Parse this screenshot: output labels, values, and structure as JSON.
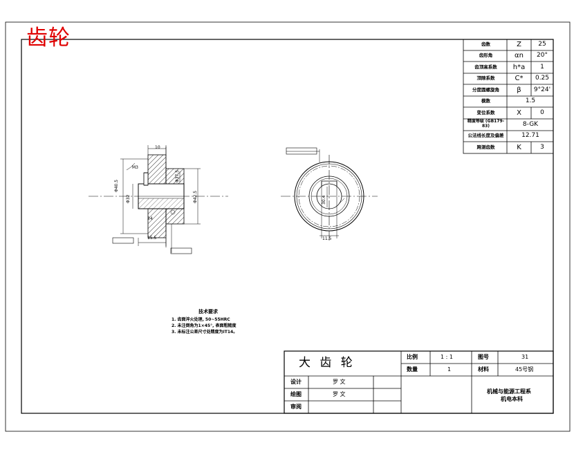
{
  "corner_title": "齿轮",
  "params": [
    {
      "name": "齿数",
      "sym": "Z",
      "val": "25"
    },
    {
      "name": "齿形角",
      "sym": "αn",
      "val": "20°"
    },
    {
      "name": "齿顶高系数",
      "sym": "h*a",
      "val": "1"
    },
    {
      "name": "顶隙系数",
      "sym": "C*",
      "val": "0.25"
    },
    {
      "name": "分度圆螺旋角",
      "sym": "β",
      "val": "9°24'"
    },
    {
      "name": "模数",
      "sym": "",
      "val": "1.5"
    },
    {
      "name": "变位系数",
      "sym": "X",
      "val": "0"
    },
    {
      "name": "精度等级 (GB179-83)",
      "sym": "",
      "val": "8-GK"
    },
    {
      "name": "公法线长度及偏差",
      "sym": "",
      "val": "12.71"
    },
    {
      "name": "跨测齿数",
      "sym": "K",
      "val": "3"
    }
  ],
  "tech": {
    "heading": "技术要求",
    "lines": [
      "1. 齿面淬火处理, 50~55HRC",
      "2. 未注倒角为1×45°, 表面粗糙度",
      "3. 未标注公差尺寸处精度为IT14。"
    ]
  },
  "title_block": {
    "part_name": "大 齿 轮",
    "scale_label": "比例",
    "scale_value": "1 : 1",
    "drawing_no_label": "图号",
    "drawing_no": "31",
    "qty_label": "数量",
    "qty_value": "1",
    "material_label": "材料",
    "material_value": "45号钢",
    "design_label": "设计",
    "design_name": "罗 文",
    "draw_label": "绘图",
    "draw_name": "罗 文",
    "review_label": "审阅",
    "school_line1": "机械与能源工程系",
    "school_line2": "机电本科"
  },
  "dims": {
    "width_top": "10",
    "width_bottom": "15.5",
    "hub_width": "34",
    "keyway_width": "11.5",
    "keyway_depth": "30.4",
    "bore": "Φ32",
    "m3": "M3",
    "odia_left": "Φ40.5",
    "odia_right": "Φ42.5",
    "left_dia": "Φ37.5"
  }
}
